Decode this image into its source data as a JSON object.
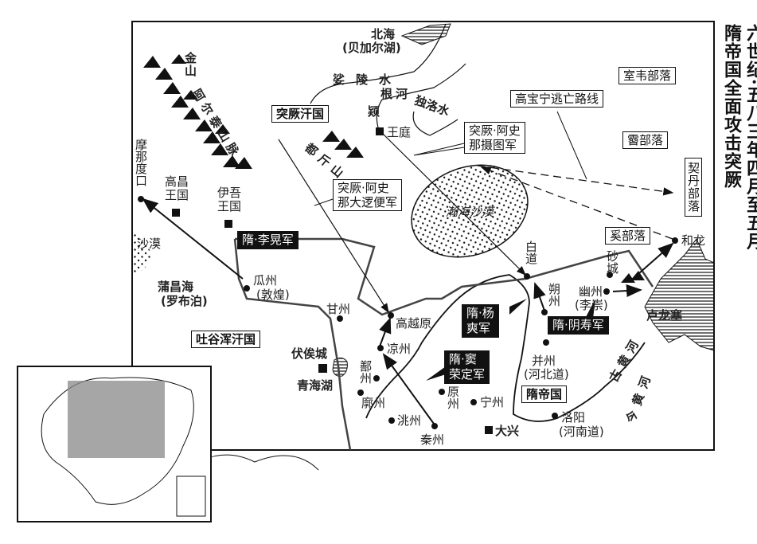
{
  "title": {
    "line1": "六世纪·五八三年四月至五月",
    "line2": "隋帝国全面攻击突厥"
  },
  "states": {
    "tujue": "突厥汗国",
    "tuyuhun": "吐谷浑汗国",
    "sui": "隋帝国",
    "shiwei": "室韦部落",
    "xi_tribe": "霫部落",
    "qidan": "契丹部落",
    "xi": "奚部落"
  },
  "armies": {
    "daluobian": "突厥·阿史那大逻便军",
    "daluobian_l1": "突厥·阿史",
    "daluobian_l2": "那大逻便军",
    "shetu_l1": "突厥·阿史",
    "shetu_l2": "那摄图军",
    "gaobaoning": "高宝宁逃亡路线",
    "lihuang": "隋·李晃军",
    "yangshuang_l1": "隋·杨",
    "yangshuang_l2": "爽军",
    "dourongding_l1": "隋·窦",
    "dourongding_l2": "荣定军",
    "yinshou": "隋·阴寿军"
  },
  "places": {
    "beihai": "北海",
    "baikal": "(贝加尔湖)",
    "suolingshui": "娑陵水",
    "genhe": "根河",
    "jiong": "颎",
    "duluoshui": "独洛水",
    "wangting": "王庭",
    "doujinshan": "都斤山",
    "jinshan": "金山",
    "altai": "阿尔泰山脉",
    "monaduokou": "摩那度口",
    "gaochang": "高昌王国",
    "yiwu": "伊吾王国",
    "hanhai": "瀚海沙漠",
    "shamo": "沙漠",
    "puchanghai": "蒲昌海",
    "luobupo": "(罗布泊)",
    "guazhou": "瓜州",
    "dunhuang": "(敦煌)",
    "ganzhou": "甘州",
    "gaoyueyuan": "高越原",
    "liangzhou": "凉州",
    "shanzhou": "鄯州",
    "kuozhou": "廓州",
    "taozhou": "洮州",
    "qinzhou": "秦州",
    "yuanzhou": "原州",
    "ningzhou": "宁州",
    "daxing": "大兴",
    "fusicheng": "伏俟城",
    "qinghaihu": "青海湖",
    "baidao": "白道",
    "shacheng": "砂城",
    "helong": "和龙",
    "shuozhou": "朔州",
    "youzhou": "幽州",
    "lichong": "(李崇)",
    "lulongsai": "卢龙塞",
    "bingzhou": "并州",
    "hebeidao": "(河北道)",
    "luoyang": "洛阳",
    "henandao": "(河南道)",
    "old_yellow": "古黄河",
    "new_yellow": "今黄河"
  }
}
